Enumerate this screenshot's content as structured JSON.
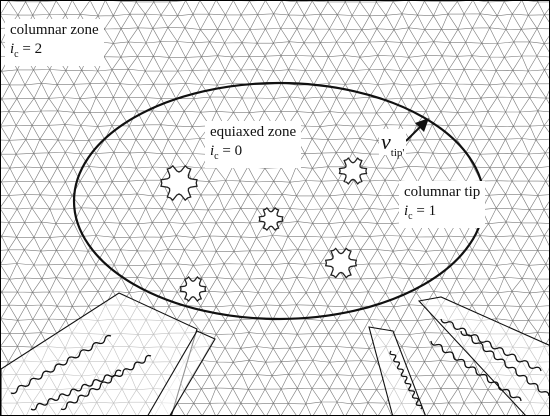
{
  "zones": {
    "columnar": {
      "name": "columnar zone",
      "var": "i",
      "sub": "c",
      "value": "= 2"
    },
    "equiaxed": {
      "name": "equiaxed zone",
      "var": "i",
      "sub": "c",
      "value": "= 0"
    },
    "tip": {
      "name": "columnar tip",
      "var": "i",
      "sub": "c",
      "value": "= 1"
    }
  },
  "velocity": {
    "symbol": "v",
    "sub": "tip",
    "suffix": "'"
  },
  "colors": {
    "mesh": "#7a7a7a",
    "outline": "#111111",
    "background": "#ffffff",
    "grain": "#222222"
  }
}
